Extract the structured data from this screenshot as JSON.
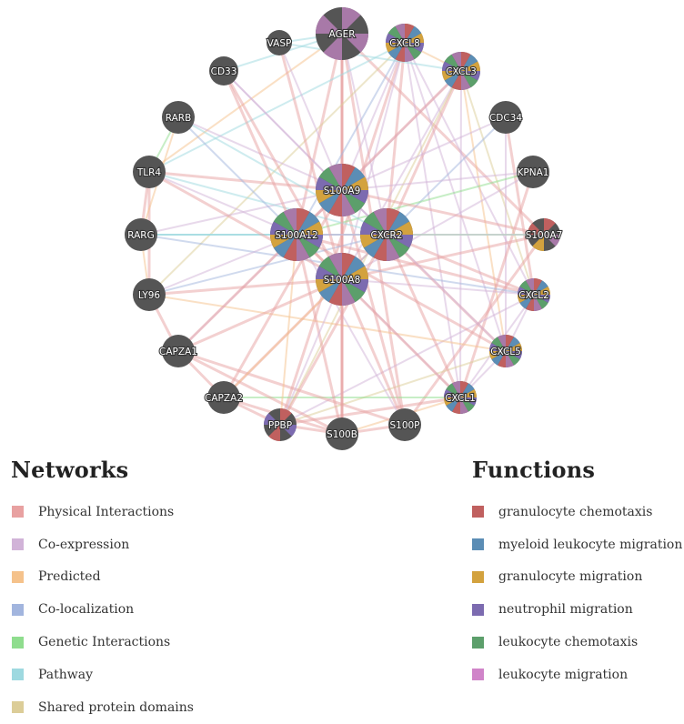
{
  "network_colors": {
    "physical": "#e8a1a1",
    "coexpression": "#d1b3d8",
    "predicted": "#f5c28b",
    "colocalization": "#a2b5de",
    "genetic": "#8fdd8e",
    "pathway": "#9ed9e0",
    "shared": "#dccd98"
  },
  "function_colors": {
    "granulocyte_chemotaxis": "#c0605f",
    "myeloid_leukocyte_migration": "#5b8db5",
    "granulocyte_migration": "#d3a23e",
    "neutrophil_migration": "#7c6bb0",
    "leukocyte_chemotaxis": "#5c9f6b",
    "leukocyte_migration": "#a879a8"
  },
  "networks_legend": {
    "title": "Networks",
    "items": [
      {
        "label": "Physical Interactions",
        "color": "#e8a1a1"
      },
      {
        "label": "Co-expression",
        "color": "#d1b3d8"
      },
      {
        "label": "Predicted",
        "color": "#f5c28b"
      },
      {
        "label": "Co-localization",
        "color": "#a2b5de"
      },
      {
        "label": "Genetic Interactions",
        "color": "#8fdd8e"
      },
      {
        "label": "Pathway",
        "color": "#9ed9e0"
      },
      {
        "label": "Shared protein domains",
        "color": "#dccd98"
      }
    ]
  },
  "functions_legend": {
    "title": "Functions",
    "items": [
      {
        "label": "granulocyte chemotaxis",
        "color": "#c0605f"
      },
      {
        "label": "myeloid leukocyte migration",
        "color": "#5b8db5"
      },
      {
        "label": "granulocyte migration",
        "color": "#d3a23e"
      },
      {
        "label": "neutrophil migration",
        "color": "#7c6bb0"
      },
      {
        "label": "leukocyte chemotaxis",
        "color": "#5c9f6b"
      },
      {
        "label": "leukocyte migration",
        "color": "#d084c9"
      }
    ]
  },
  "nodes": [
    {
      "id": "AGER",
      "label": "AGER",
      "functions": [
        "leukocyte_migration",
        "myeloid_leukocyte_migration"
      ]
    },
    {
      "id": "CXCL8",
      "label": "CXCL8",
      "functions": [
        "granulocyte_chemotaxis",
        "myeloid_leukocyte_migration",
        "granulocyte_migration",
        "neutrophil_migration",
        "leukocyte_chemotaxis",
        "leukocyte_migration"
      ]
    },
    {
      "id": "CXCL3",
      "label": "CXCL3",
      "functions": [
        "granulocyte_chemotaxis",
        "myeloid_leukocyte_migration",
        "granulocyte_migration",
        "neutrophil_migration",
        "leukocyte_chemotaxis",
        "leukocyte_migration"
      ]
    },
    {
      "id": "CDC34",
      "label": "CDC34",
      "functions": []
    },
    {
      "id": "KPNA1",
      "label": "KPNA1",
      "functions": []
    },
    {
      "id": "S100A7",
      "label": "S100A7",
      "functions": [
        "granulocyte_chemotaxis",
        "granulocyte_migration",
        "leukocyte_migration"
      ]
    },
    {
      "id": "CXCL2",
      "label": "CXCL2",
      "functions": [
        "granulocyte_chemotaxis",
        "myeloid_leukocyte_migration",
        "granulocyte_migration",
        "neutrophil_migration",
        "leukocyte_chemotaxis",
        "leukocyte_migration"
      ]
    },
    {
      "id": "CXCL5",
      "label": "CXCL5",
      "functions": [
        "granulocyte_chemotaxis",
        "myeloid_leukocyte_migration",
        "granulocyte_migration",
        "neutrophil_migration",
        "leukocyte_chemotaxis",
        "leukocyte_migration"
      ]
    },
    {
      "id": "CXCL1",
      "label": "CXCL1",
      "functions": [
        "granulocyte_chemotaxis",
        "myeloid_leukocyte_migration",
        "granulocyte_migration",
        "neutrophil_migration",
        "leukocyte_chemotaxis",
        "leukocyte_migration"
      ]
    },
    {
      "id": "S100P",
      "label": "S100P",
      "functions": []
    },
    {
      "id": "S100B",
      "label": "S100B",
      "functions": []
    },
    {
      "id": "PPBP",
      "label": "PPBP",
      "functions": [
        "granulocyte_chemotaxis",
        "granulocyte_migration",
        "neutrophil_migration",
        "leukocyte_migration"
      ]
    },
    {
      "id": "CAPZA2",
      "label": "CAPZA2",
      "functions": []
    },
    {
      "id": "CAPZA1",
      "label": "CAPZA1",
      "functions": []
    },
    {
      "id": "LY96",
      "label": "LY96",
      "functions": []
    },
    {
      "id": "RARG",
      "label": "RARG",
      "functions": []
    },
    {
      "id": "TLR4",
      "label": "TLR4",
      "functions": []
    },
    {
      "id": "RARB",
      "label": "RARB",
      "functions": []
    },
    {
      "id": "CD33",
      "label": "CD33",
      "functions": []
    },
    {
      "id": "VASP",
      "label": "VASP",
      "functions": []
    },
    {
      "id": "S100A9",
      "label": "S100A9",
      "functions": [
        "granulocyte_chemotaxis",
        "myeloid_leukocyte_migration",
        "granulocyte_migration",
        "neutrophil_migration",
        "leukocyte_chemotaxis",
        "leukocyte_migration"
      ]
    },
    {
      "id": "S100A12",
      "label": "S100A12",
      "functions": [
        "granulocyte_chemotaxis",
        "myeloid_leukocyte_migration",
        "granulocyte_migration",
        "neutrophil_migration",
        "leukocyte_chemotaxis",
        "leukocyte_migration"
      ]
    },
    {
      "id": "CXCR2",
      "label": "CXCR2",
      "functions": [
        "granulocyte_chemotaxis",
        "myeloid_leukocyte_migration",
        "granulocyte_migration",
        "neutrophil_migration",
        "leukocyte_chemotaxis",
        "leukocyte_migration"
      ]
    },
    {
      "id": "S100A8",
      "label": "S100A8",
      "functions": [
        "granulocyte_chemotaxis",
        "myeloid_leukocyte_migration",
        "granulocyte_migration",
        "neutrophil_migration",
        "leukocyte_chemotaxis",
        "leukocyte_migration"
      ]
    }
  ],
  "edges": [
    [
      "AGER",
      "S100A9",
      "physical"
    ],
    [
      "AGER",
      "S100A12",
      "physical"
    ],
    [
      "AGER",
      "S100A8",
      "physical"
    ],
    [
      "AGER",
      "S100B",
      "physical"
    ],
    [
      "AGER",
      "S100P",
      "physical"
    ],
    [
      "AGER",
      "CXCR2",
      "coexpression"
    ],
    [
      "AGER",
      "CD33",
      "pathway"
    ],
    [
      "AGER",
      "VASP",
      "pathway"
    ],
    [
      "AGER",
      "TLR4",
      "predicted"
    ],
    [
      "AGER",
      "S100A7",
      "physical"
    ],
    [
      "CXCL8",
      "CXCR2",
      "physical"
    ],
    [
      "CXCL8",
      "CXCL1",
      "coexpression"
    ],
    [
      "CXCL8",
      "CXCL2",
      "coexpression"
    ],
    [
      "CXCL8",
      "CXCL5",
      "coexpression"
    ],
    [
      "CXCL8",
      "CXCL3",
      "predicted"
    ],
    [
      "CXCL8",
      "PPBP",
      "physical"
    ],
    [
      "CXCL8",
      "S100A8",
      "coexpression"
    ],
    [
      "CXCL8",
      "S100A9",
      "coexpression"
    ],
    [
      "CXCL8",
      "S100A12",
      "colocalization"
    ],
    [
      "CXCL8",
      "TLR4",
      "pathway"
    ],
    [
      "CXCL8",
      "LY96",
      "shared"
    ],
    [
      "CXCL3",
      "CXCR2",
      "physical"
    ],
    [
      "CXCL3",
      "CXCL1",
      "coexpression"
    ],
    [
      "CXCL3",
      "CXCL2",
      "shared"
    ],
    [
      "CXCL3",
      "CXCL5",
      "predicted"
    ],
    [
      "CXCL3",
      "S100A8",
      "coexpression"
    ],
    [
      "CXCL3",
      "S100A9",
      "coexpression"
    ],
    [
      "CXCL3",
      "PPBP",
      "shared"
    ],
    [
      "CXCL3",
      "S100A12",
      "physical"
    ],
    [
      "CDC34",
      "S100A9",
      "coexpression"
    ],
    [
      "CDC34",
      "S100A8",
      "colocalization"
    ],
    [
      "CDC34",
      "CXCL2",
      "physical"
    ],
    [
      "CDC34",
      "CXCL5",
      "coexpression"
    ],
    [
      "KPNA1",
      "S100A9",
      "coexpression"
    ],
    [
      "KPNA1",
      "S100A8",
      "coexpression"
    ],
    [
      "KPNA1",
      "CXCL1",
      "physical"
    ],
    [
      "KPNA1",
      "S100A12",
      "genetic"
    ],
    [
      "S100A7",
      "S100A8",
      "physical"
    ],
    [
      "S100A7",
      "S100A9",
      "physical"
    ],
    [
      "S100A7",
      "S100A12",
      "coexpression"
    ],
    [
      "S100A7",
      "S100P",
      "physical"
    ],
    [
      "S100A7",
      "CXCR2",
      "predicted"
    ],
    [
      "S100A7",
      "RARG",
      "pathway"
    ],
    [
      "CXCL2",
      "CXCR2",
      "physical"
    ],
    [
      "CXCL2",
      "CXCL1",
      "coexpression"
    ],
    [
      "CXCL2",
      "CXCL5",
      "coexpression"
    ],
    [
      "CXCL2",
      "PPBP",
      "coexpression"
    ],
    [
      "CXCL2",
      "S100A8",
      "coexpression"
    ],
    [
      "CXCL2",
      "S100A12",
      "physical"
    ],
    [
      "CXCL2",
      "RARG",
      "colocalization"
    ],
    [
      "CXCL5",
      "CXCR2",
      "physical"
    ],
    [
      "CXCL5",
      "CXCL1",
      "coexpression"
    ],
    [
      "CXCL5",
      "PPBP",
      "shared"
    ],
    [
      "CXCL5",
      "S100A9",
      "coexpression"
    ],
    [
      "CXCL5",
      "S100A12",
      "physical"
    ],
    [
      "CXCL5",
      "LY96",
      "predicted"
    ],
    [
      "CXCL1",
      "CXCR2",
      "physical"
    ],
    [
      "CXCL1",
      "PPBP",
      "physical"
    ],
    [
      "CXCL1",
      "S100A8",
      "coexpression"
    ],
    [
      "CXCL1",
      "S100A12",
      "physical"
    ],
    [
      "CXCL1",
      "CAPZA2",
      "genetic"
    ],
    [
      "CXCL1",
      "S100B",
      "predicted"
    ],
    [
      "S100P",
      "S100A9",
      "physical"
    ],
    [
      "S100P",
      "S100A8",
      "physical"
    ],
    [
      "S100P",
      "S100A12",
      "coexpression"
    ],
    [
      "S100P",
      "S100B",
      "physical"
    ],
    [
      "S100P",
      "CAPZA1",
      "physical"
    ],
    [
      "S100B",
      "S100A9",
      "physical"
    ],
    [
      "S100B",
      "S100A12",
      "physical"
    ],
    [
      "S100B",
      "S100A8",
      "physical"
    ],
    [
      "S100B",
      "CAPZA2",
      "physical"
    ],
    [
      "S100B",
      "CAPZA1",
      "physical"
    ],
    [
      "S100B",
      "PPBP",
      "physical"
    ],
    [
      "PPBP",
      "CXCR2",
      "physical"
    ],
    [
      "PPBP",
      "S100A8",
      "coexpression"
    ],
    [
      "PPBP",
      "S100A12",
      "predicted"
    ],
    [
      "PPBP",
      "CAPZA2",
      "physical"
    ],
    [
      "CAPZA2",
      "CAPZA1",
      "physical"
    ],
    [
      "CAPZA2",
      "S100A8",
      "physical"
    ],
    [
      "CAPZA2",
      "S100A9",
      "physical"
    ],
    [
      "CAPZA2",
      "CXCR2",
      "predicted"
    ],
    [
      "CAPZA1",
      "S100A8",
      "physical"
    ],
    [
      "CAPZA1",
      "S100A9",
      "coexpression"
    ],
    [
      "CAPZA1",
      "S100A12",
      "physical"
    ],
    [
      "CAPZA1",
      "LY96",
      "physical"
    ],
    [
      "LY96",
      "TLR4",
      "physical"
    ],
    [
      "LY96",
      "RARG",
      "predicted"
    ],
    [
      "LY96",
      "S100A12",
      "coexpression"
    ],
    [
      "LY96",
      "S100A8",
      "physical"
    ],
    [
      "LY96",
      "CXCR2",
      "colocalization"
    ],
    [
      "RARG",
      "RARB",
      "predicted"
    ],
    [
      "RARG",
      "TLR4",
      "physical"
    ],
    [
      "RARG",
      "S100A12",
      "pathway"
    ],
    [
      "RARG",
      "S100A9",
      "coexpression"
    ],
    [
      "RARG",
      "CXCR2",
      "pathway"
    ],
    [
      "TLR4",
      "S100A8",
      "physical"
    ],
    [
      "TLR4",
      "S100A9",
      "physical"
    ],
    [
      "TLR4",
      "S100A12",
      "coexpression"
    ],
    [
      "TLR4",
      "RARB",
      "genetic"
    ],
    [
      "TLR4",
      "CXCR2",
      "pathway"
    ],
    [
      "RARB",
      "S100A9",
      "coexpression"
    ],
    [
      "RARB",
      "CXCR2",
      "pathway"
    ],
    [
      "RARB",
      "S100A12",
      "colocalization"
    ],
    [
      "CD33",
      "S100A8",
      "physical"
    ],
    [
      "CD33",
      "S100A9",
      "coexpression"
    ],
    [
      "CD33",
      "CXCR2",
      "coexpression"
    ],
    [
      "CD33",
      "S100A12",
      "physical"
    ],
    [
      "VASP",
      "S100A9",
      "coexpression"
    ],
    [
      "VASP",
      "S100A8",
      "physical"
    ],
    [
      "VASP",
      "CXCL3",
      "pathway"
    ],
    [
      "S100A9",
      "S100A8",
      "physical"
    ],
    [
      "S100A9",
      "S100A12",
      "physical"
    ],
    [
      "S100A9",
      "CXCR2",
      "coexpression"
    ],
    [
      "S100A12",
      "S100A8",
      "physical"
    ],
    [
      "S100A12",
      "CXCR2",
      "coexpression"
    ],
    [
      "CXCR2",
      "S100A8",
      "coexpression"
    ]
  ]
}
